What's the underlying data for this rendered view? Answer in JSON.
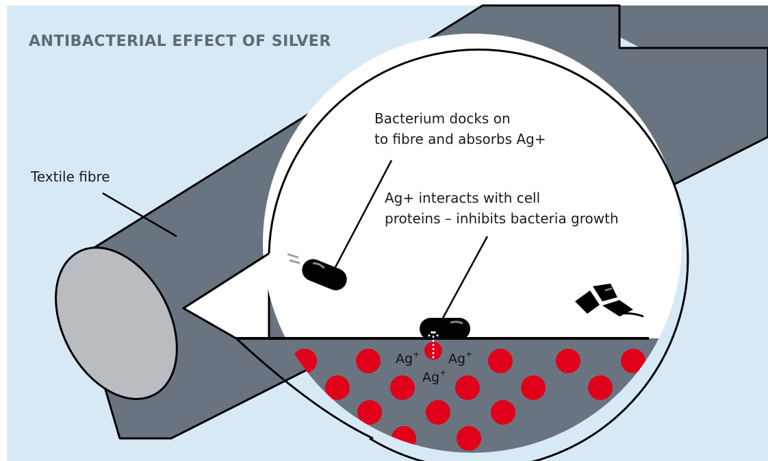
{
  "title": "ANTIBACTERIAL EFFECT OF SILVER",
  "labels": {
    "fibre": "Textile fibre",
    "dock_line1": "Bacterium docks on",
    "dock_line2": "to fibre and absorbs Ag+",
    "interact_line1": "Ag+ interacts with cell",
    "interact_line2": "proteins – inhibits bacteria growth"
  },
  "ions": [
    {
      "base": "Ag",
      "charge": "+"
    },
    {
      "base": "Ag",
      "charge": "+"
    },
    {
      "base": "Ag",
      "charge": "+"
    }
  ],
  "colors": {
    "background": "#d8e9f6",
    "fibre": "#6a7480",
    "fibre_end": "#b9bcc1",
    "magnifier": "#ffffff",
    "outline": "#000000",
    "silver_particle": "#e0001a",
    "title": "#5f6a73"
  }
}
